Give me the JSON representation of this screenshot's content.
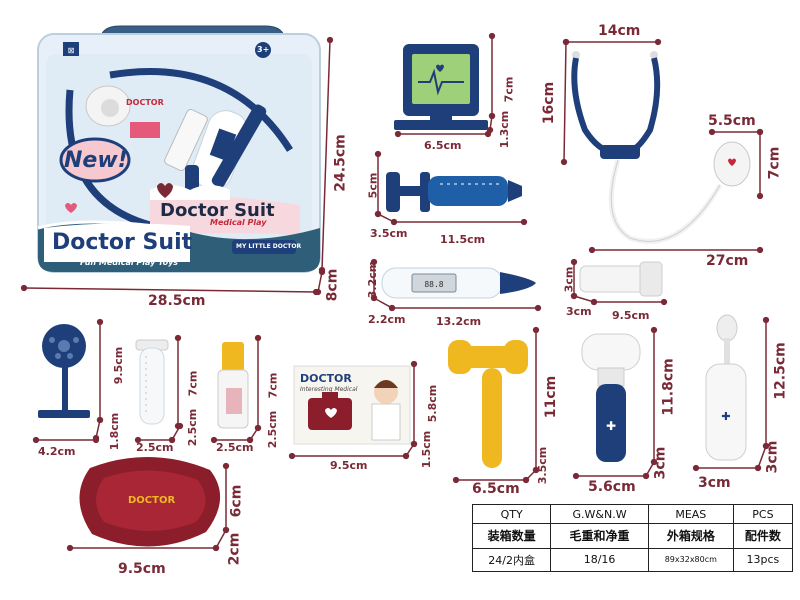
{
  "package": {
    "badge_new": "New!",
    "title_top": "Doctor Suit",
    "title_script": "Medical Play",
    "title_main": "Doctor Suit",
    "subtitle": "Fun Medical Play Toys",
    "age_badge": "3+",
    "small_tag": "MY LITTLE DOCTOR",
    "brand_small": "DOCTOR"
  },
  "card": {
    "title": "DOCTOR",
    "subtitle": "Interesting Medical"
  },
  "tray_logo": "DOCTOR",
  "dimensions": {
    "bag_height": "24.5cm",
    "bag_width": "28.5cm",
    "bag_depth": "8cm",
    "monitor_width": "6.5cm",
    "monitor_height": "7cm",
    "monitor_depth": "1.3cm",
    "syringe_height": "5cm",
    "syringe_depth": "3.5cm",
    "syringe_width": "11.5cm",
    "thermometer_height": "3.2cm",
    "thermometer_depth": "2.2cm",
    "thermometer_width": "13.2cm",
    "stetho_width": "14cm",
    "stetho_height": "16cm",
    "stetho_length": "27cm",
    "chest_width": "5.5cm",
    "chest_height": "7cm",
    "flashlight_height": "3cm",
    "flashlight_depth": "3cm",
    "flashlight_width": "9.5cm",
    "mirror_height": "9.5cm",
    "mirror_depth": "1.8cm",
    "mirror_width": "4.2cm",
    "tube_height": "7cm",
    "tube_width": "2.5cm",
    "tube_depth": "2.5cm",
    "bottle_height": "7cm",
    "bottle_width": "2.5cm",
    "bottle_depth": "2.5cm",
    "card_height": "5.8cm",
    "card_depth": "1.5cm",
    "card_width": "9.5cm",
    "hammer_height": "11cm",
    "hammer_depth": "3.5cm",
    "hammer_width": "6.5cm",
    "otoscope_height": "11.8cm",
    "otoscope_depth": "3cm",
    "otoscope_width": "5.6cm",
    "spray_height": "12.5cm",
    "spray_depth": "3cm",
    "spray_width": "3cm",
    "tray_height": "6cm",
    "tray_depth": "2cm",
    "tray_width": "9.5cm"
  },
  "spec_table": {
    "headers_en": [
      "QTY",
      "G.W&N.W",
      "MEAS",
      "PCS"
    ],
    "headers_cn": [
      "装箱数量",
      "毛重和净重",
      "外箱规格",
      "配件数"
    ],
    "values": [
      "24/2内盒",
      "18/16",
      "89x32x80cm",
      "13pcs"
    ]
  },
  "colors": {
    "dimension": "#7a2a36",
    "navy": "#1f3f7a",
    "yellow": "#f0b820",
    "tray_red": "#8c1d2a",
    "package_teal": "#2f5f78"
  }
}
